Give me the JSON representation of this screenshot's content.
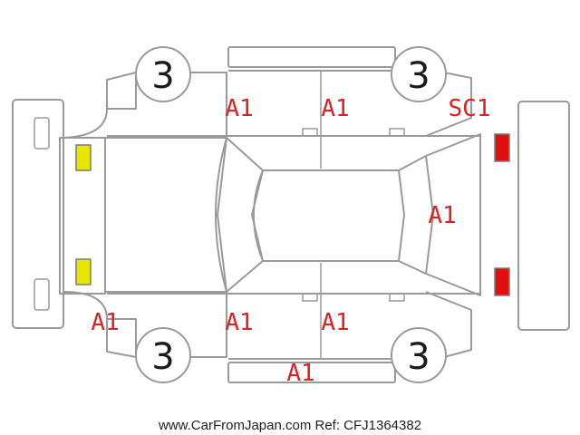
{
  "diagram": {
    "tires": {
      "front_left": "3",
      "front_right": "3",
      "rear_left": "3",
      "rear_right": "3"
    },
    "damage_codes": {
      "roof_left_front": "A1",
      "roof_left_rear": "A1",
      "rear_corner_top": "SC1",
      "rear_glass": "A1",
      "front_bumper_bottom": "A1",
      "side_bottom_front": "A1",
      "side_bottom_rear": "A1",
      "side_sill_bottom": "A1"
    },
    "lamps": {
      "front_color": "#e6e600",
      "rear_color": "#e01010"
    },
    "credit": "www.CarFromJapan.com Ref: CFJ1364382"
  }
}
